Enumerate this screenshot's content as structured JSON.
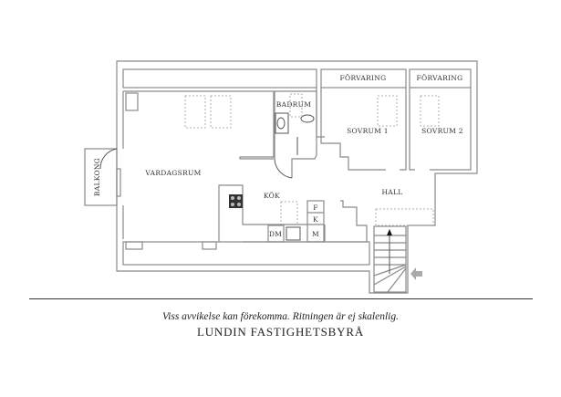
{
  "rooms": {
    "forvaring_1": "FÖRVARING",
    "forvaring_2": "FÖRVARING",
    "badrum": "BADRUM",
    "sovrum_1": "SOVRUM 1",
    "sovrum_2": "SOVRUM 2",
    "vardagsrum": "VARDAGSRUM",
    "balkong": "BALKONG",
    "kok": "KÖK",
    "hall": "HALL"
  },
  "appliances": {
    "freezer": "F",
    "fridge": "K",
    "microwave": "M",
    "dishwasher": "DM"
  },
  "footer": {
    "disclaimer": "Viss avvikelse kan förekomma. Ritningen är ej skalenlig.",
    "brand": "LUNDIN FASTIGHETSBYRÅ"
  }
}
